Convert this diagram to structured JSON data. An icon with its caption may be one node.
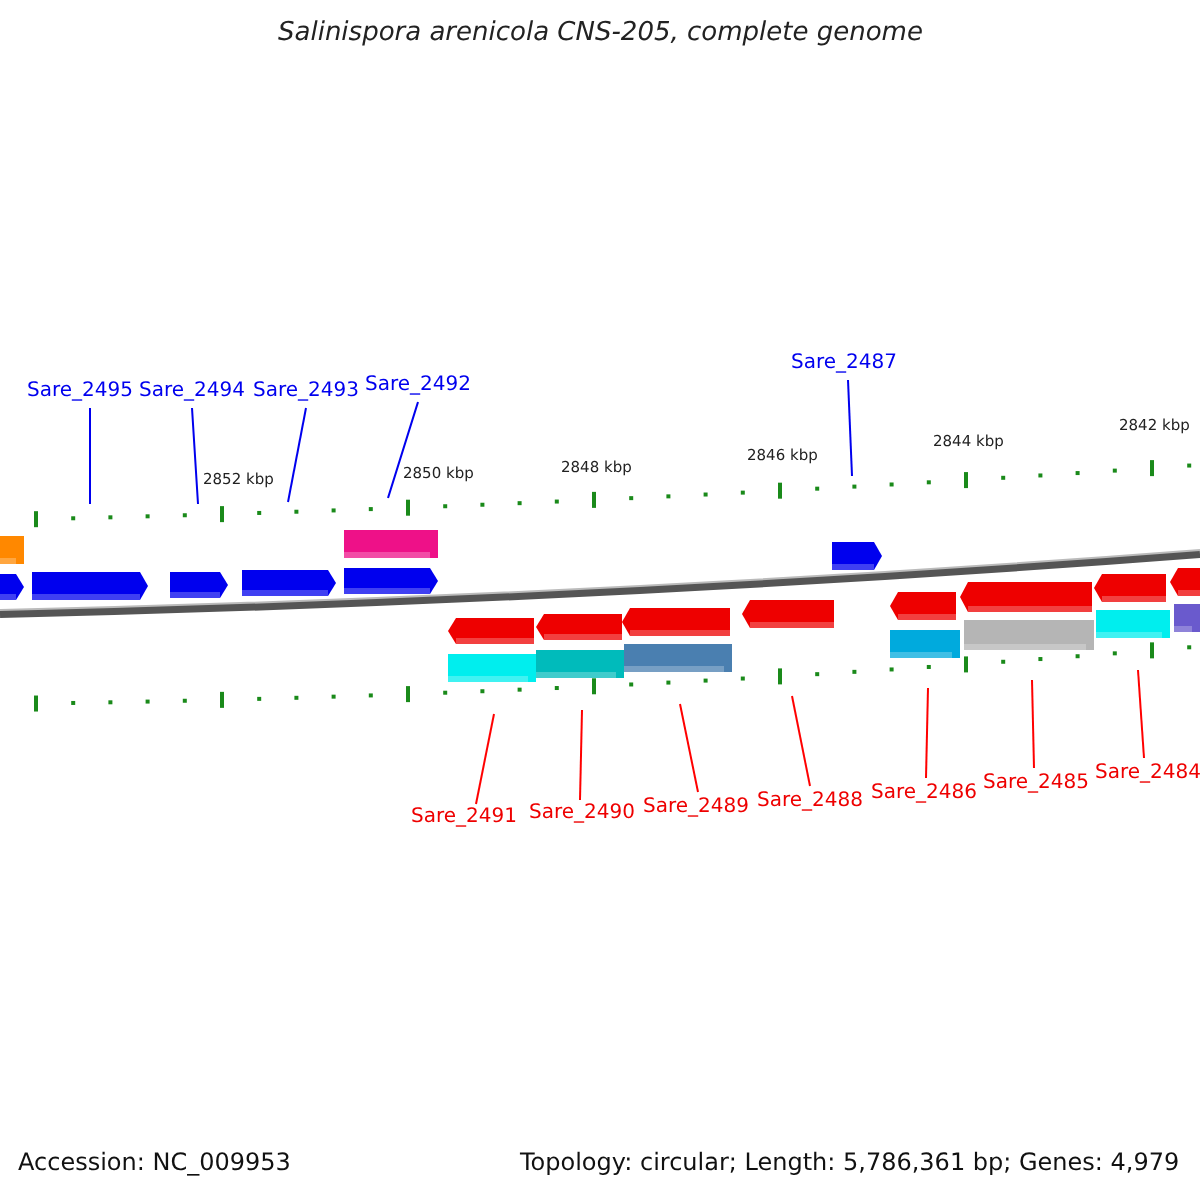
{
  "diagram": {
    "title": "Salinispora arenicola CNS-205, complete genome",
    "nodes": [
      {
        "text": [
          "Sare_2495"
        ]
      },
      {
        "text": [
          "Sare_2494"
        ]
      },
      {
        "text": [
          "Sare_2493"
        ]
      },
      {
        "text": [
          "Sare_2492"
        ]
      },
      {
        "text": [
          "Sare_2487"
        ]
      },
      {
        "text": [
          "Sare_2491"
        ]
      },
      {
        "text": [
          "Sare_2490"
        ]
      },
      {
        "text": [
          "Sare_2489"
        ]
      },
      {
        "text": [
          "Sare_2488"
        ]
      },
      {
        "text": [
          "Sare_2486"
        ]
      },
      {
        "text": [
          "Sare_2485"
        ]
      },
      {
        "text": [
          "Sare_2484"
        ]
      }
    ],
    "edges": [
      {
        "from": 0,
        "to": null,
        "arrow": "none",
        "color": "#0000ee"
      },
      {
        "from": 1,
        "to": null,
        "arrow": "none",
        "color": "#0000ee"
      },
      {
        "from": 2,
        "to": null,
        "arrow": "none",
        "color": "#0000ee"
      },
      {
        "from": 3,
        "to": null,
        "arrow": "none",
        "color": "#0000ee"
      },
      {
        "from": 4,
        "to": null,
        "arrow": "none",
        "color": "#0000ee"
      },
      {
        "from": 5,
        "to": null,
        "arrow": "none",
        "color": "#ff0000"
      },
      {
        "from": 6,
        "to": null,
        "arrow": "none",
        "color": "#ff0000"
      },
      {
        "from": 7,
        "to": null,
        "arrow": "none",
        "color": "#ff0000"
      },
      {
        "from": 8,
        "to": null,
        "arrow": "none",
        "color": "#ff0000"
      },
      {
        "from": 9,
        "to": null,
        "arrow": "none",
        "color": "#ff0000"
      },
      {
        "from": 10,
        "to": null,
        "arrow": "none",
        "color": "#ff0000"
      },
      {
        "from": 11,
        "to": null,
        "arrow": "none",
        "color": "#ff0000"
      }
    ],
    "labels": [
      "2852 kbp",
      "2850 kbp",
      "2848 kbp",
      "2846 kbp",
      "2844 kbp",
      "2842 kbp",
      "Accession: NC_009953",
      "Topology: circular; Length: 5,786,361 bp; Genes: 4,979"
    ]
  }
}
